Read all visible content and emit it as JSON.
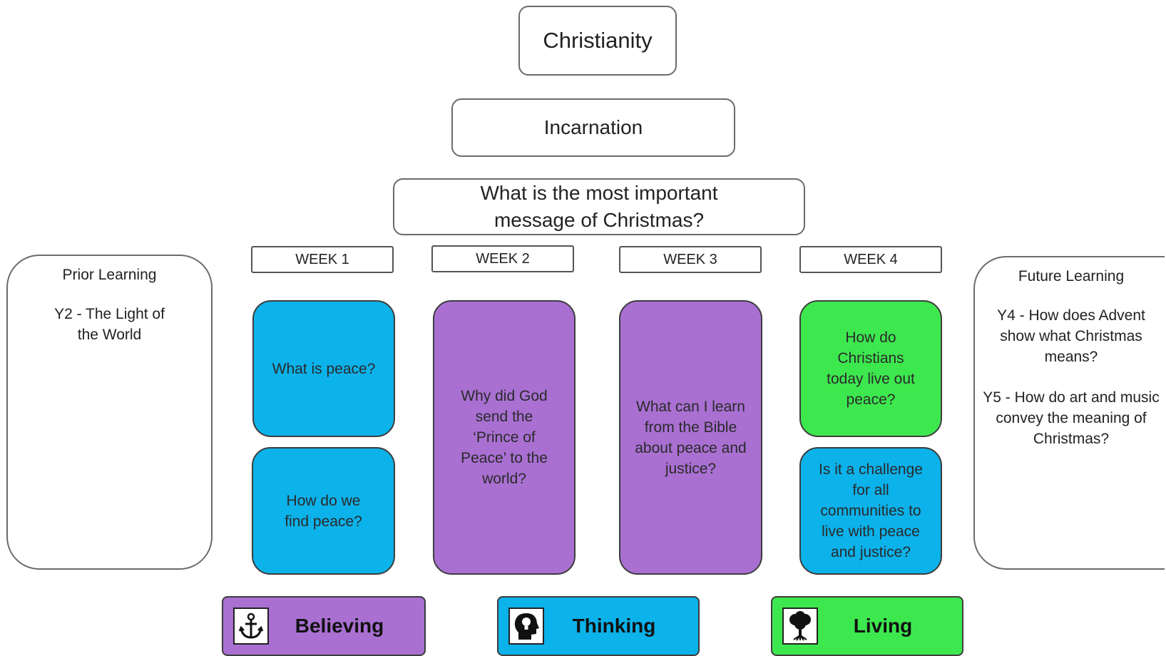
{
  "header": {
    "religion": "Christianity",
    "concept": "Incarnation",
    "question_line1": "What is the most important",
    "question_line2": "message of Christmas?"
  },
  "weeks": [
    "WEEK 1",
    "WEEK 2",
    "WEEK 3",
    "WEEK 4"
  ],
  "cards": {
    "w1_top": "What is peace?",
    "w1_bottom": "How do we find peace?",
    "w2": "Why did God send the ‘Prince of Peace’ to the world?",
    "w3": "What can I learn from the Bible about peace and justice?",
    "w4_top": "How do Christians today live out peace?",
    "w4_bottom": "Is it a challenge for all communities to live with peace and justice?"
  },
  "prior_learning": {
    "heading": "Prior Learning",
    "items": [
      "Y2 - The Light of the World"
    ]
  },
  "future_learning": {
    "heading": "Future  Learning",
    "items": [
      "Y4 - How does Advent show what Christmas means?",
      "Y5 - How do art and music convey the meaning of Christmas?"
    ]
  },
  "key": [
    {
      "label": "Believing",
      "icon": "anchor-icon",
      "color": "#a970d2"
    },
    {
      "label": "Thinking",
      "icon": "head-lightbulb-icon",
      "color": "#0cb2ea"
    },
    {
      "label": "Living",
      "icon": "tree-icon",
      "color": "#3de84f"
    }
  ],
  "colors": {
    "believing": "#a970d2",
    "thinking": "#0cb2ea",
    "living": "#3de84f"
  }
}
